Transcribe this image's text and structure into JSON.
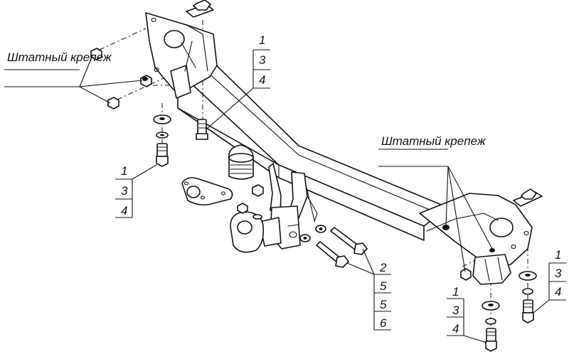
{
  "labels": {
    "standard_fasteners_left": "Штатный крепеж",
    "standard_fasteners_right": "Штатный крепеж"
  },
  "callouts": {
    "top_center": [
      "1",
      "3",
      "4"
    ],
    "left": [
      "1",
      "3",
      "4"
    ],
    "bottom_center": [
      "2",
      "5",
      "5",
      "6"
    ],
    "right_bottom": [
      "1",
      "3",
      "4"
    ],
    "right_edge": [
      "1",
      "3",
      "4"
    ]
  },
  "colors": {
    "line": "#111111",
    "background": "#ffffff"
  }
}
